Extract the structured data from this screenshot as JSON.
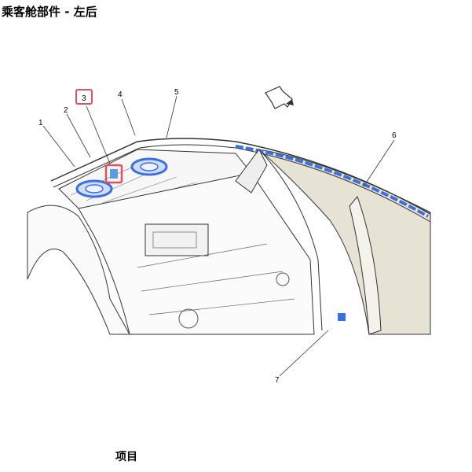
{
  "title": "乘客舱部件 - 左后",
  "callouts": [
    {
      "label": "1"
    },
    {
      "label": "2"
    },
    {
      "label": "3",
      "highlighted": true
    },
    {
      "label": "4"
    },
    {
      "label": "5"
    },
    {
      "label": "6"
    },
    {
      "label": "7"
    }
  ],
  "footer": {
    "heading": "项目"
  },
  "colors": {
    "highlight_box": "#e05060",
    "speaker_blue": "#3a6fe0",
    "panel_fill": "#e6e2d4",
    "line": "#333333"
  },
  "icons": {
    "direction_arrow": "forward-arrow-icon"
  }
}
